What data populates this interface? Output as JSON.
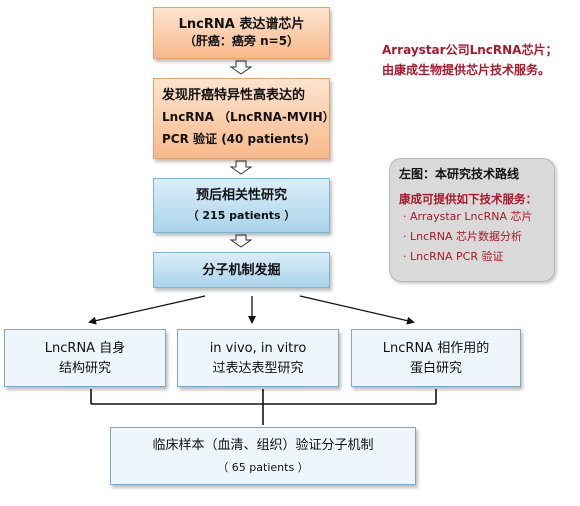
{
  "step1": {
    "line1": "LncRNA 表达谱芯片",
    "line2": "（肝癌：癌旁 n=5）"
  },
  "step2": {
    "line1": "发现肝癌特异性高表达的",
    "line2": "LncRNA  （LncRNA-MVIH）",
    "line3": "PCR 验证  (40 patients)"
  },
  "step3": {
    "line1": "预后相关性研究",
    "line2": "（ 215 patients ）"
  },
  "step4": {
    "line1": "分子机制发掘"
  },
  "branches": [
    {
      "line1": "LncRNA 自身",
      "line2": "结构研究"
    },
    {
      "line1": "in vivo, in vitro",
      "line2": "过表达表型研究"
    },
    {
      "line1": "LncRNA 相作用的",
      "line2": "蛋白研究"
    }
  ],
  "final": {
    "line1": "临床样本（血清、组织）验证分子机制",
    "line2": "（ 65 patients ）"
  },
  "note": {
    "line1": "Arraystar公司LncRNA芯片；",
    "line2": "由康成生物提供芯片技术服务。"
  },
  "info": {
    "title": "左图：本研究技术路线",
    "subtitle": "康成可提供如下技术服务：",
    "items": [
      "· Arraystar LncRNA 芯片",
      "· LncRNA 芯片数据分析",
      "· LncRNA PCR  验证"
    ]
  },
  "colors": {
    "orange_box": "#f7b98b",
    "blue_box": "#a9d3ea",
    "light_box": "#eef6fb",
    "accent_text": "#a8192a",
    "info_bg": "#d9d9d9"
  },
  "icons": [
    "hollow-down-arrow-icon",
    "down-arrow-icon"
  ]
}
